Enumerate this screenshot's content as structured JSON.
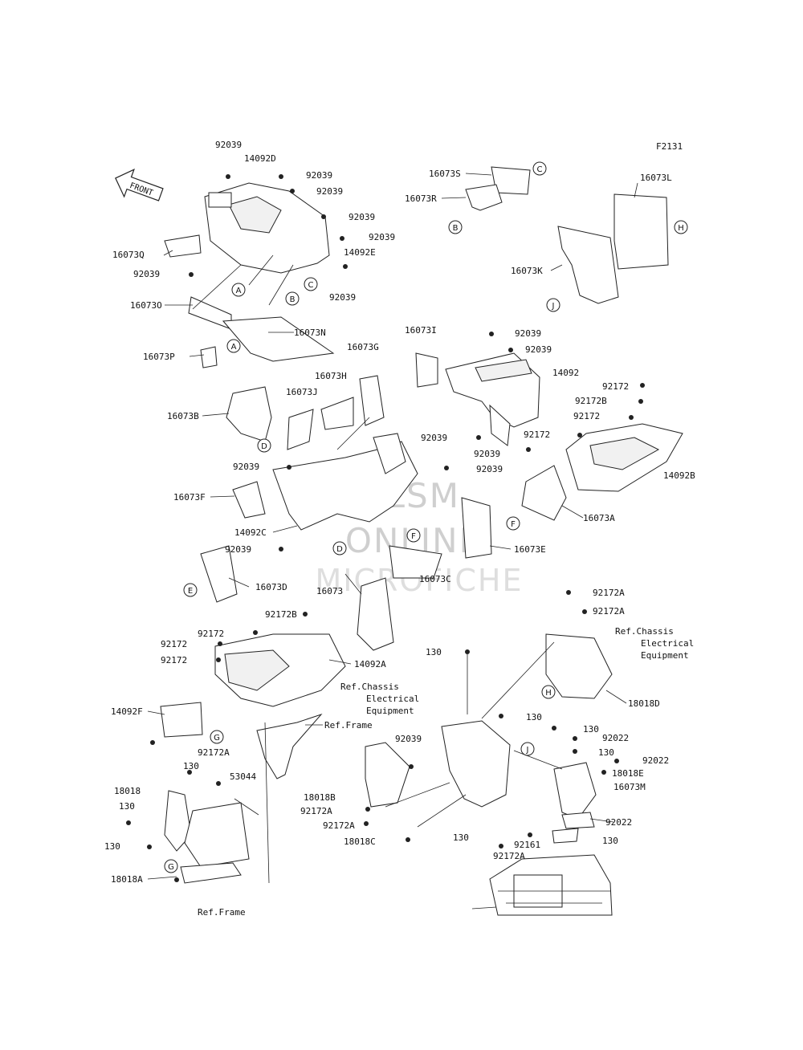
{
  "diagram_code": "F2131",
  "front_arrow": "FRONT",
  "watermark": {
    "line1": "HLSM",
    "line2": "ONLINE",
    "line3": "MICROFICHE"
  },
  "callouts": [
    "A",
    "B",
    "C",
    "D",
    "E",
    "F",
    "G",
    "H",
    "J"
  ],
  "labels": [
    "92039",
    "14092D",
    "92039",
    "92039",
    "92039",
    "92039",
    "14092E",
    "92039",
    "16073Q",
    "92039",
    "16073O",
    "16073N",
    "16073P",
    "16073G",
    "16073H",
    "16073J",
    "16073B",
    "16073S",
    "16073R",
    "16073L",
    "16073K",
    "16073I",
    "92039",
    "92039",
    "14092",
    "92172",
    "92172B",
    "92172",
    "92172",
    "14092B",
    "92039",
    "92039",
    "92039",
    "16073F",
    "14092C",
    "92039",
    "16073A",
    "92039",
    "16073E",
    "16073C",
    "16073D",
    "16073",
    "92172A",
    "92172A",
    "Ref.Chassis",
    "Electrical",
    "Equipment",
    "92172B",
    "92172",
    "92172",
    "92172",
    "14092A",
    "130",
    "Ref.Chassis",
    "Electrical",
    "Equipment",
    "18018D",
    "14092F",
    "Ref.Frame",
    "92039",
    "130",
    "92172A",
    "53044",
    "18018",
    "130",
    "130",
    "18018B",
    "92172A",
    "130",
    "92172A",
    "18018C",
    "130",
    "130",
    "92022",
    "130",
    "92022",
    "18018E",
    "16073M",
    "92022",
    "92161",
    "130",
    "92172A",
    "18018A",
    "Ref.Frame"
  ]
}
